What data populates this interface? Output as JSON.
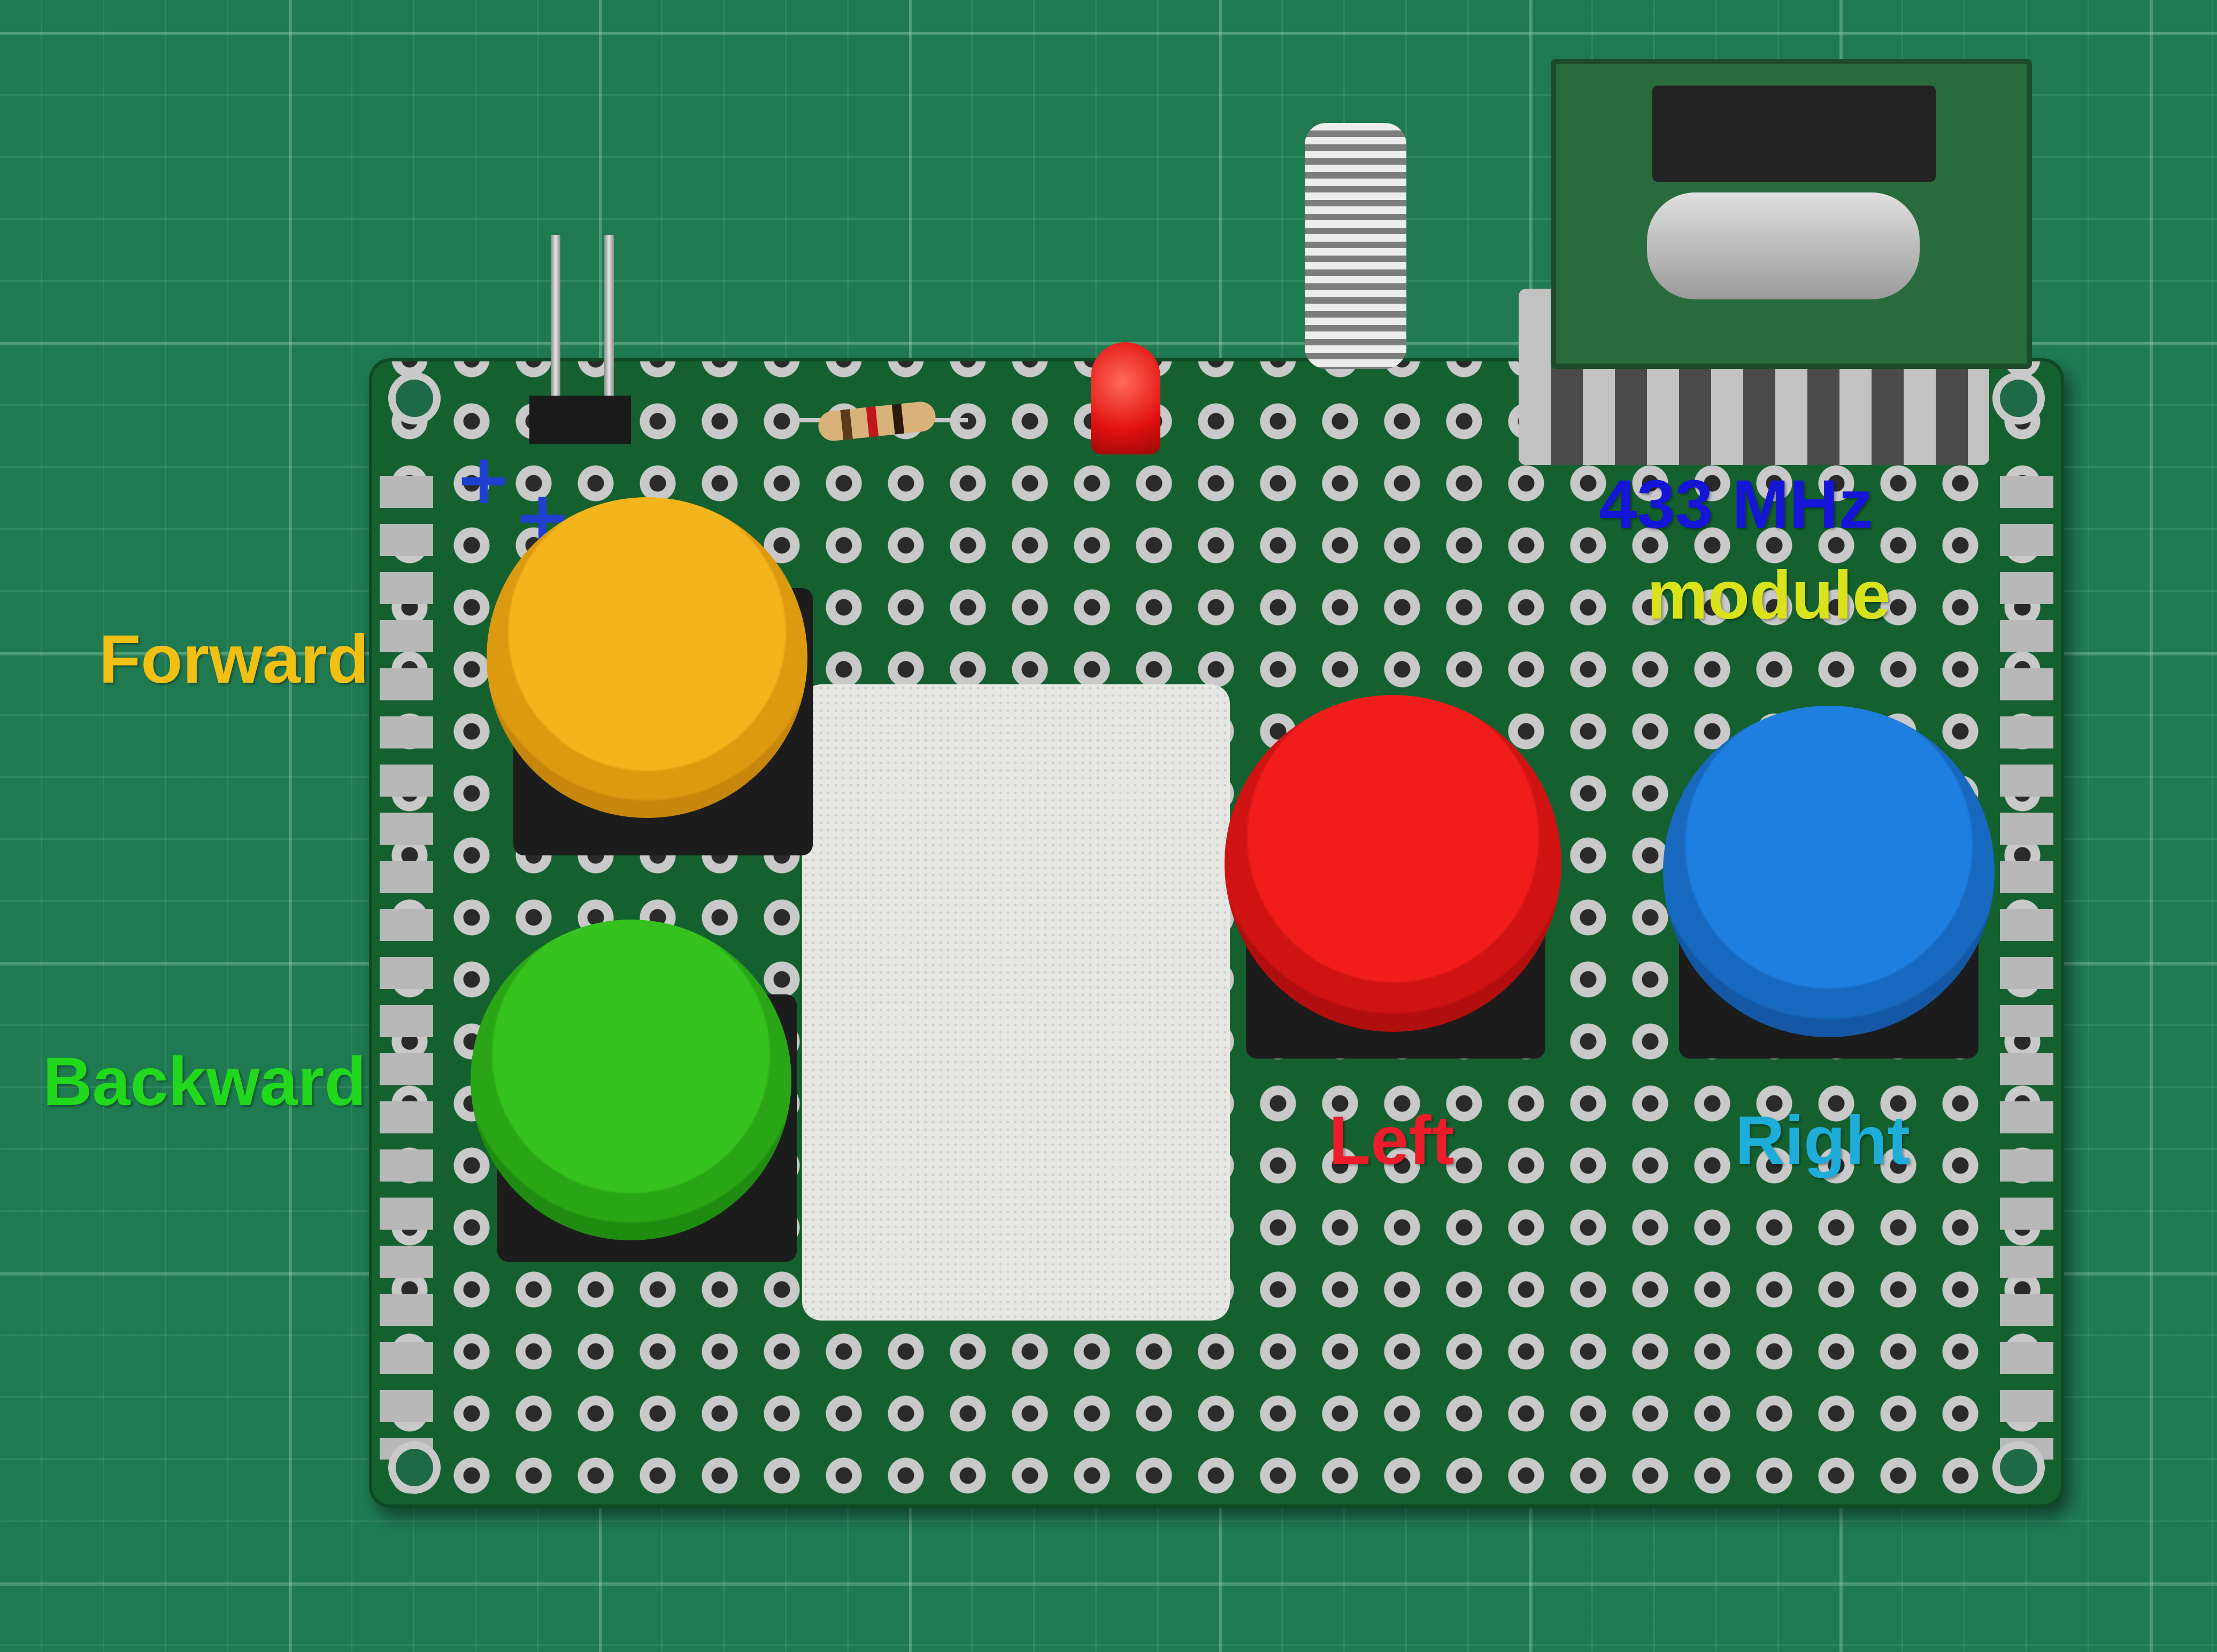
{
  "labels": {
    "forward": "Forward",
    "backward": "Backward",
    "left": "Left",
    "right": "Right",
    "module_line1": "433 MHz",
    "module_line2": "module"
  },
  "board_markings": {
    "plus_1": "+",
    "plus_2": "+"
  },
  "colors": {
    "forward": "#f2c012",
    "backward": "#22d81c",
    "left": "#ec1c2a",
    "right": "#1eacd9",
    "module_line1": "#1515d8",
    "module_line2": "#d9e21a"
  }
}
